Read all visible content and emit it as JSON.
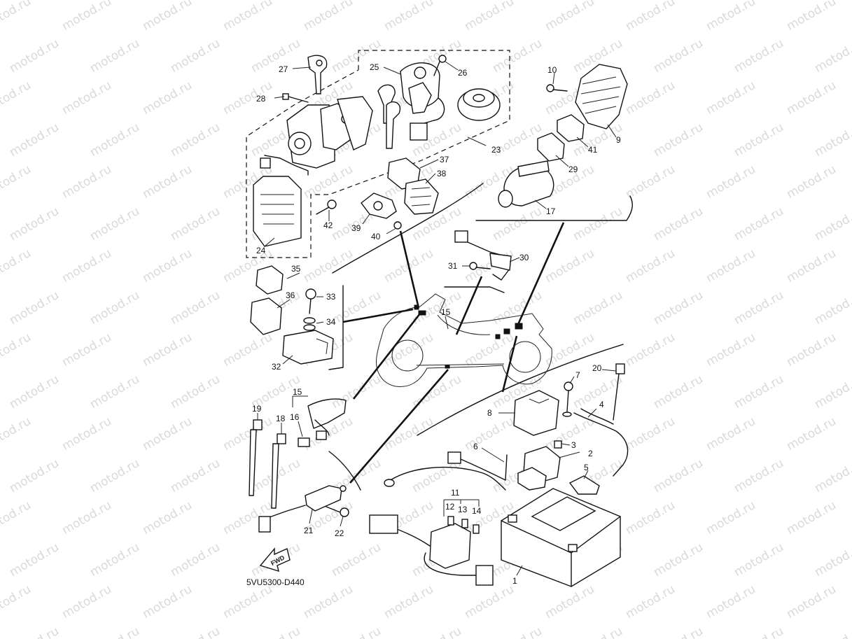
{
  "diagram": {
    "code": "5VU5300-D440",
    "direction_mark": "FWD",
    "watermark": "motod.ru"
  },
  "callouts": [
    {
      "id": "c1",
      "num": "1"
    },
    {
      "id": "c2",
      "num": "2"
    },
    {
      "id": "c3",
      "num": "3"
    },
    {
      "id": "c4",
      "num": "4"
    },
    {
      "id": "c5",
      "num": "5"
    },
    {
      "id": "c6",
      "num": "6"
    },
    {
      "id": "c7",
      "num": "7"
    },
    {
      "id": "c8",
      "num": "8"
    },
    {
      "id": "c9",
      "num": "9"
    },
    {
      "id": "c10",
      "num": "10"
    },
    {
      "id": "c11",
      "num": "11"
    },
    {
      "id": "c12",
      "num": "12"
    },
    {
      "id": "c13",
      "num": "13"
    },
    {
      "id": "c14",
      "num": "14"
    },
    {
      "id": "c15a",
      "num": "15"
    },
    {
      "id": "c15b",
      "num": "15"
    },
    {
      "id": "c16",
      "num": "16"
    },
    {
      "id": "c17",
      "num": "17"
    },
    {
      "id": "c18",
      "num": "18"
    },
    {
      "id": "c19",
      "num": "19"
    },
    {
      "id": "c20",
      "num": "20"
    },
    {
      "id": "c21",
      "num": "21"
    },
    {
      "id": "c22",
      "num": "22"
    },
    {
      "id": "c23",
      "num": "23"
    },
    {
      "id": "c24",
      "num": "24"
    },
    {
      "id": "c25",
      "num": "25"
    },
    {
      "id": "c26",
      "num": "26"
    },
    {
      "id": "c27",
      "num": "27"
    },
    {
      "id": "c28",
      "num": "28"
    },
    {
      "id": "c29",
      "num": "29"
    },
    {
      "id": "c30",
      "num": "30"
    },
    {
      "id": "c31",
      "num": "31"
    },
    {
      "id": "c32",
      "num": "32"
    },
    {
      "id": "c33",
      "num": "33"
    },
    {
      "id": "c34",
      "num": "34"
    },
    {
      "id": "c35",
      "num": "35"
    },
    {
      "id": "c36",
      "num": "36"
    },
    {
      "id": "c37",
      "num": "37"
    },
    {
      "id": "c38",
      "num": "38"
    },
    {
      "id": "c39",
      "num": "39"
    },
    {
      "id": "c40",
      "num": "40"
    },
    {
      "id": "c41",
      "num": "41"
    },
    {
      "id": "c42",
      "num": "42"
    }
  ]
}
